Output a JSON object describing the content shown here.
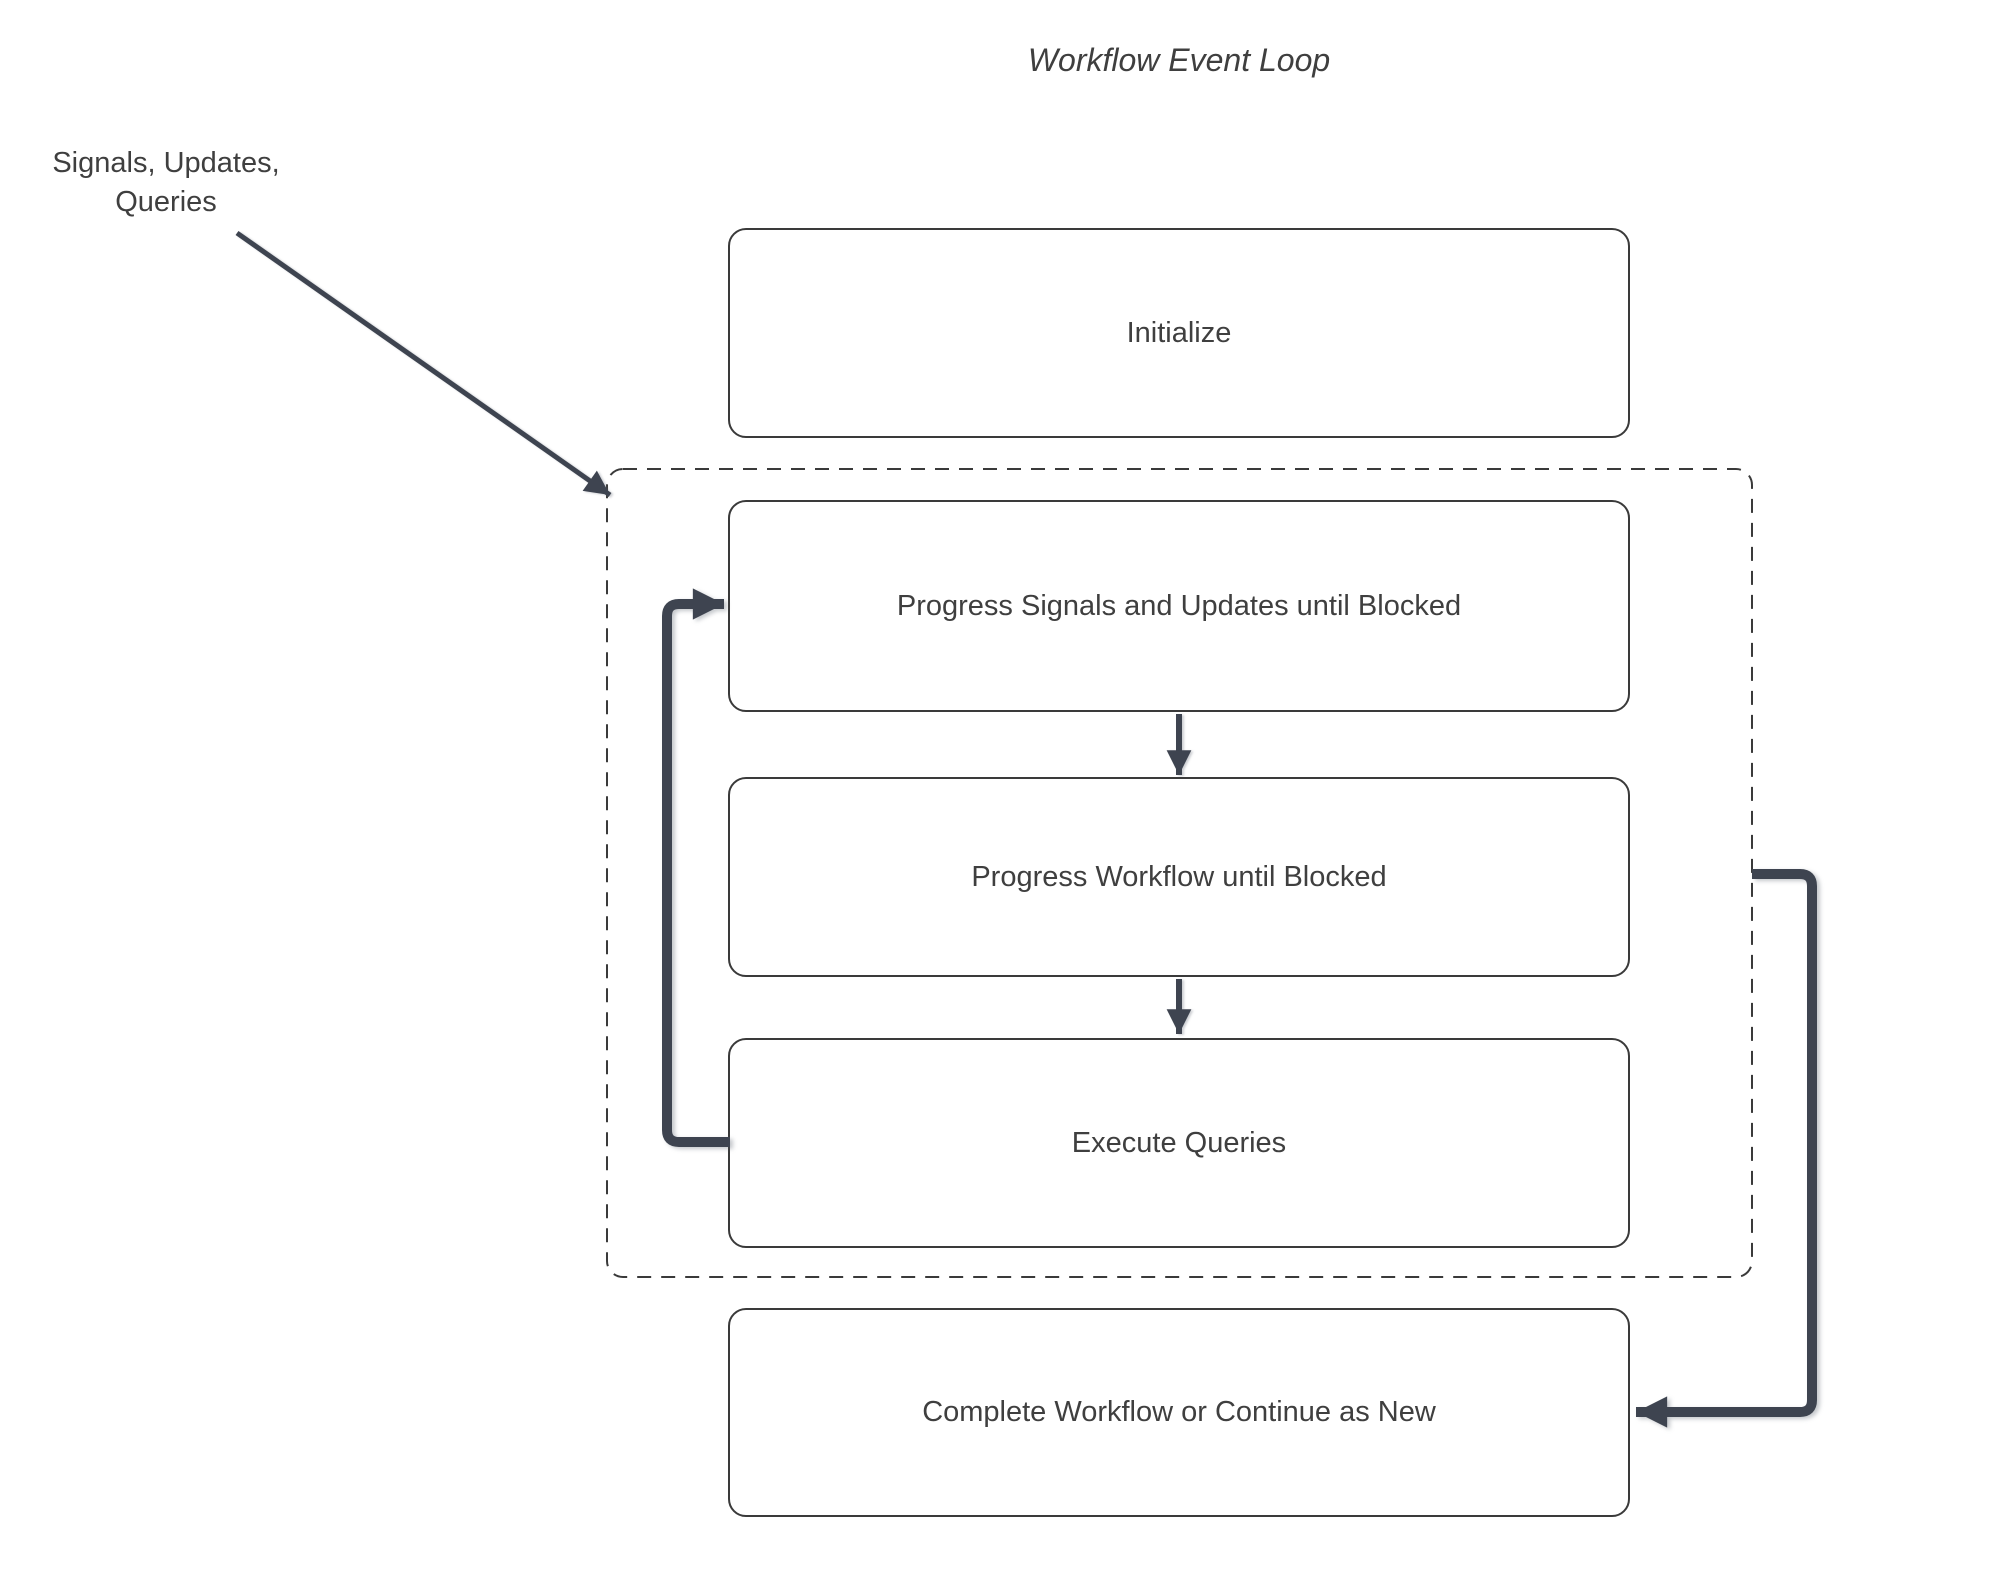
{
  "title": "Workflow Event Loop",
  "annotation": {
    "line1": "Signals, Updates,",
    "line2": "Queries"
  },
  "nodes": {
    "initialize": "Initialize",
    "progress_signals": "Progress Signals and Updates until Blocked",
    "progress_workflow": "Progress Workflow until Blocked",
    "execute_queries": "Execute Queries",
    "complete": "Complete Workflow or Continue as New"
  },
  "colors": {
    "background": "#ffffff",
    "box-fill": "#ffffff",
    "box-border": "#3a3a3a",
    "text": "#3f3f3f",
    "connector": "#3e4450"
  }
}
